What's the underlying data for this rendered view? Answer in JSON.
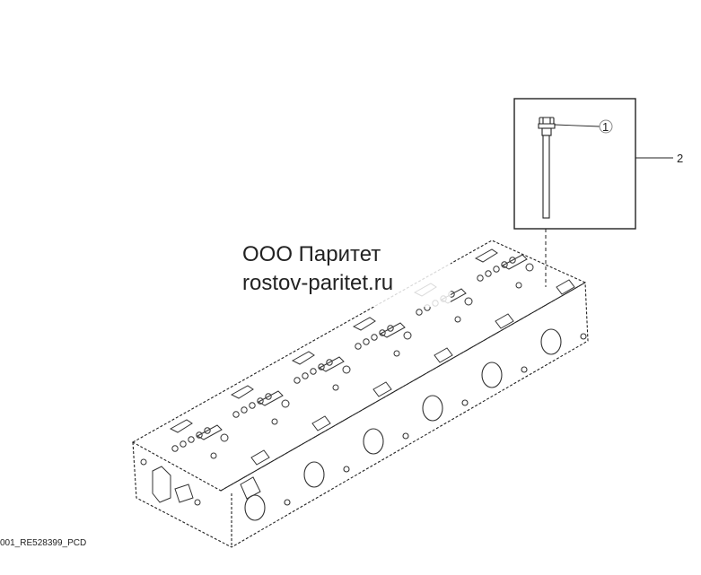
{
  "callouts": {
    "one": "1",
    "two": "2"
  },
  "image_code": "001_RE528399_PCD",
  "watermark": {
    "line1": "ООО Паритет",
    "line2": "rostov-paritet.ru"
  }
}
